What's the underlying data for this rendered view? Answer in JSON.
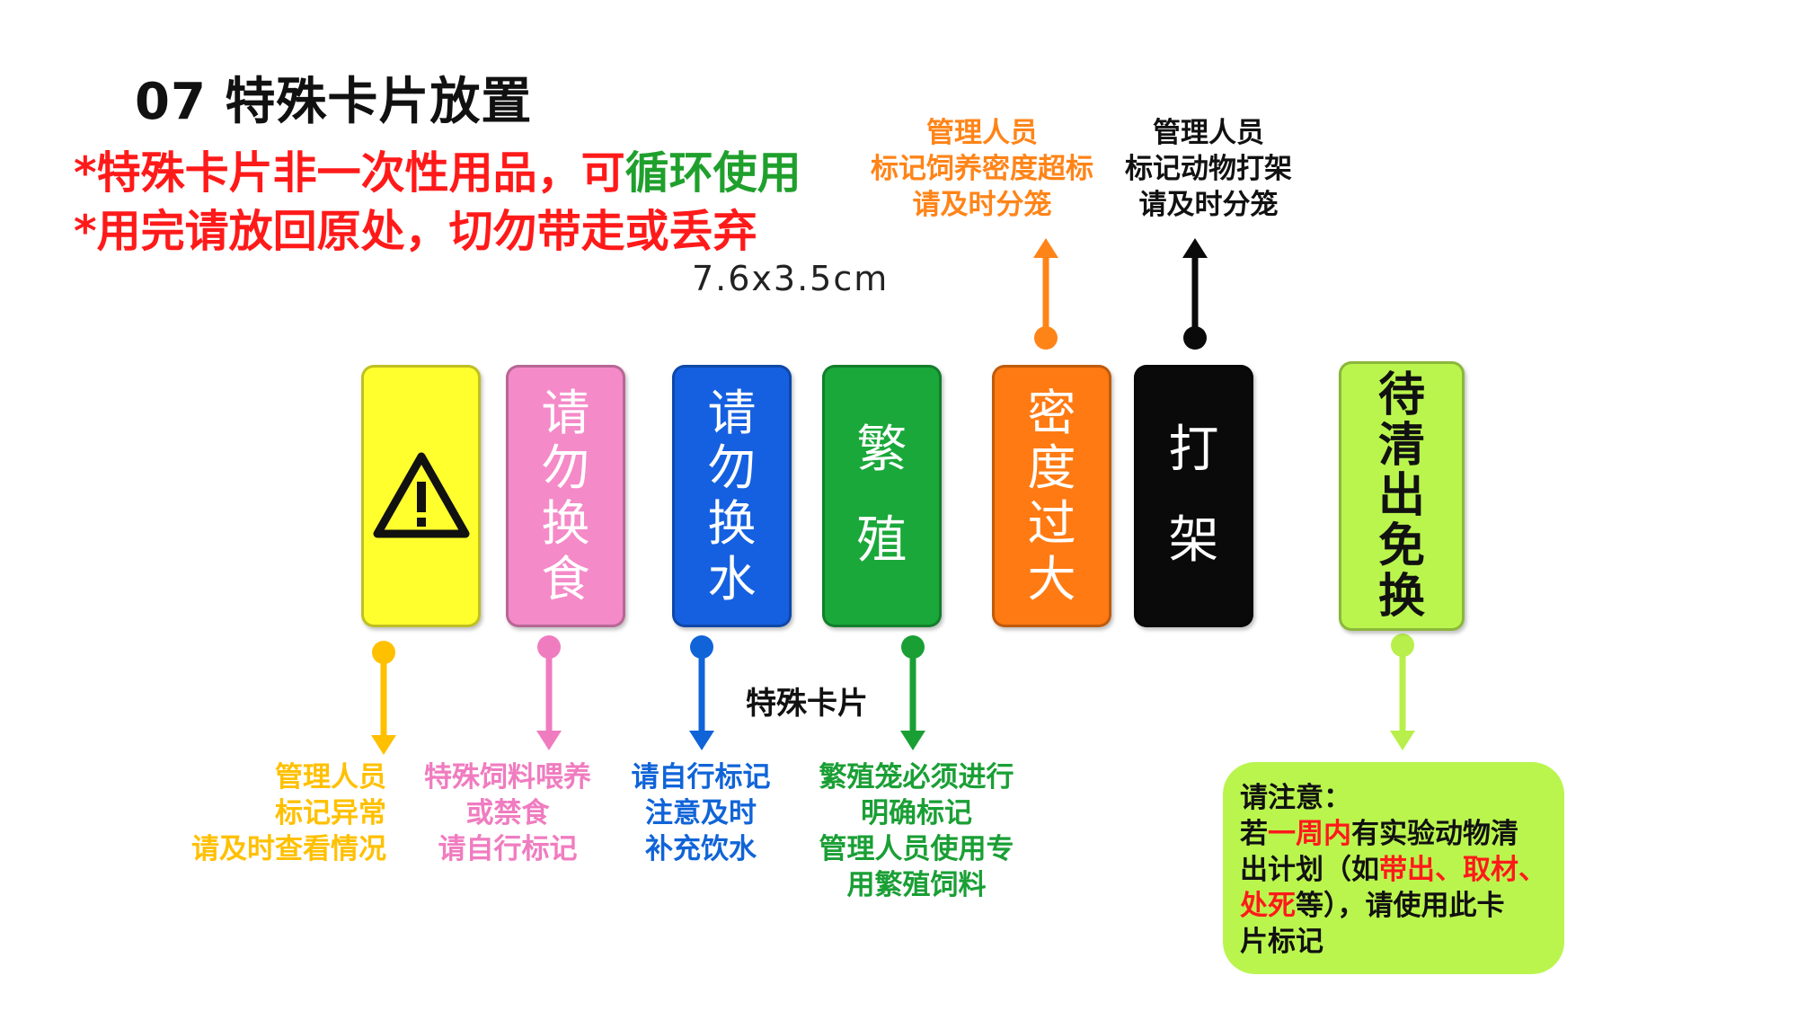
{
  "title": "07 特殊卡片放置",
  "notices": {
    "line1_red": "*特殊卡片非一次性用品，可",
    "line1_green": "循环使用",
    "line2": "*用完请放回原处，切勿带走或丢弃"
  },
  "size_label": "7.6x3.5cm",
  "center_label": "特殊卡片",
  "colors": {
    "yellow": "#ffff2e",
    "pink": "#f58ac8",
    "blue": "#1560e0",
    "green": "#1aa83a",
    "orange": "#ff7a12",
    "black": "#0a0a0a",
    "lime": "#baf54e",
    "notice_red": "#ff1a1a",
    "notice_green": "#1fa02c"
  },
  "cards": [
    {
      "id": "warning",
      "icon": "warning-triangle-icon",
      "chars": []
    },
    {
      "id": "no-food-change",
      "chars": [
        "请",
        "勿",
        "换",
        "食"
      ]
    },
    {
      "id": "no-water-change",
      "chars": [
        "请",
        "勿",
        "换",
        "水"
      ]
    },
    {
      "id": "breeding",
      "chars": [
        "繁",
        "殖"
      ]
    },
    {
      "id": "overcrowded",
      "chars": [
        "密",
        "度",
        "过",
        "大"
      ]
    },
    {
      "id": "fighting",
      "chars": [
        "打",
        "架"
      ]
    },
    {
      "id": "pending-clear",
      "chars": [
        "待",
        "清",
        "出",
        "免",
        "换"
      ]
    }
  ],
  "descriptions": {
    "warning": [
      "管理人员",
      "标记异常",
      "请及时查看情况"
    ],
    "no_food_change": [
      "特殊饲料喂养",
      "或禁食",
      "请自行标记"
    ],
    "no_water_change": [
      "请自行标记",
      "注意及时",
      "补充饮水"
    ],
    "breeding": [
      "繁殖笼必须进行",
      "明确标记",
      "管理人员使用专",
      "用繁殖饲料"
    ],
    "overcrowded": [
      "管理人员",
      "标记饲养密度超标",
      "请及时分笼"
    ],
    "fighting": [
      "管理人员",
      "标记动物打架",
      "请及时分笼"
    ]
  },
  "note": {
    "heading": "请注意：",
    "l2_a": "若",
    "l2_red": "一周内",
    "l2_b": "有实验动物清",
    "l3_a": "出计划（如",
    "l3_red": "带出、取材、",
    "l4_red": "处死",
    "l4_b": "等），请使用此卡",
    "l5": "片标记"
  }
}
